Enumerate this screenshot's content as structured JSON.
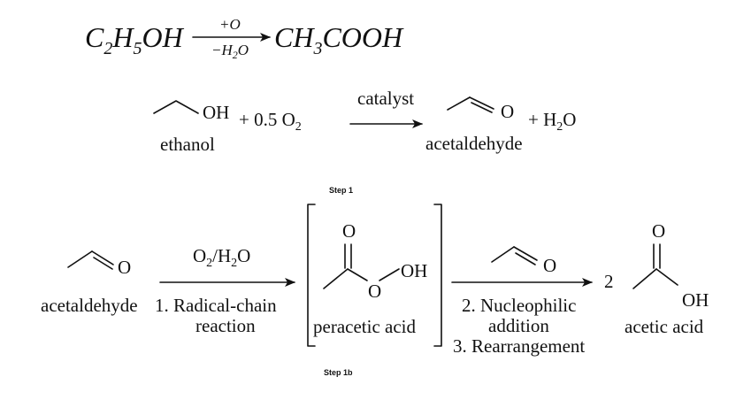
{
  "overall": {
    "reactant_main": "C",
    "reactant_sub1": "2",
    "reactant_mid": "H",
    "reactant_sub2": "5",
    "reactant_tail": "OH",
    "arrow_top": "+O",
    "arrow_bottom_main": "−H",
    "arrow_bottom_sub": "2",
    "arrow_bottom_tail": "O",
    "product_main": "CH",
    "product_sub": "3",
    "product_tail": "COOH"
  },
  "step1": {
    "ethanol_oh": "OH",
    "ethanol_label": "ethanol",
    "plus_o2_main": "+ 0.5 O",
    "plus_o2_sub": "2",
    "arrow_label": "catalyst",
    "acetaldehyde_o": "O",
    "plus_water_main": "+ H",
    "plus_water_sub": "2",
    "plus_water_tail": "O",
    "acetaldehyde_label": "acetaldehyde",
    "caption": "Step 1"
  },
  "step1b": {
    "acetaldehyde_o": "O",
    "acetaldehyde_label": "acetaldehyde",
    "arrow1_top_o": "O",
    "arrow1_top_sub1": "2",
    "arrow1_top_mid": "/H",
    "arrow1_top_sub2": "2",
    "arrow1_top_tail": "O",
    "arrow1_label_line1": "1. Radical-chain",
    "arrow1_label_line2": "reaction",
    "peracetic_top_o": "O",
    "peracetic_mid_o": "O",
    "peracetic_oh": "OH",
    "peracetic_label": "peracetic acid",
    "arrow2_reagent_o": "O",
    "arrow2_label_line1": "2. Nucleophilic",
    "arrow2_label_line2": "addition",
    "arrow2_label_line3": "3. Rearrangement",
    "coefficient": "2",
    "acetic_top_o": "O",
    "acetic_oh": "OH",
    "acetic_label": "acetic acid",
    "caption": "Step 1b"
  }
}
